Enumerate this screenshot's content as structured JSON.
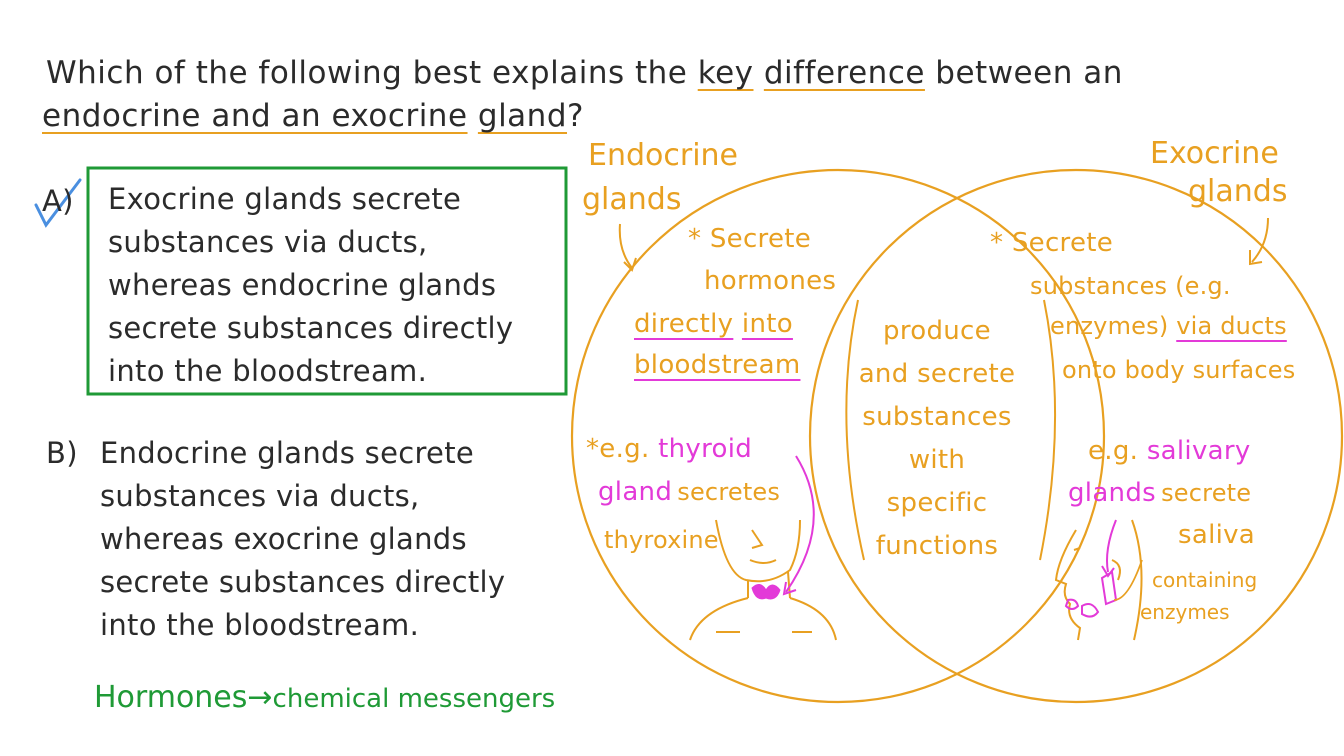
{
  "question": {
    "line1_start": "Which of the following best explains the",
    "key": "key",
    "difference": "difference",
    "line1_end": "between an",
    "line2_endocrine": "endocrine and an exocrine",
    "line2_gland": "gland",
    "line2_end": "?"
  },
  "option_a": {
    "letter": "A)",
    "lines": [
      "Exocrine glands secrete",
      "substances via ducts,",
      "whereas endocrine glands",
      "secrete substances directly",
      "into the bloodstream."
    ]
  },
  "option_b": {
    "letter": "B)",
    "lines": [
      "Endocrine glands secrete",
      "substances via ducts,",
      "whereas exocrine glands",
      "secrete substances directly",
      "into the bloodstream."
    ]
  },
  "note": {
    "hormones": "Hormones",
    "arrow": "→",
    "rest": "chemical messengers"
  },
  "venn": {
    "left_title_1": "Endocrine",
    "left_title_2": "glands",
    "right_title_1": "Exocrine",
    "right_title_2": "glands",
    "left": {
      "l1": "* Secrete",
      "l2": "hormones",
      "directly": "directly",
      "into": "into",
      "bloodstream": "bloodstream",
      "eg": "*e.g.",
      "thyroid": "thyroid",
      "gland": "gland",
      "secretes": "secretes",
      "thyroxine": "thyroxine"
    },
    "center": {
      "lines": [
        "produce",
        "and secrete",
        "substances",
        "with",
        "specific",
        "functions"
      ]
    },
    "right": {
      "l1": "* Secrete",
      "l2": "substances (e.g.",
      "enzymes": "enzymes)",
      "via_ducts": "via ducts",
      "l4": "onto body surfaces",
      "eg": "e.g.",
      "salivary": "salivary",
      "glands": "glands",
      "secrete": "secrete",
      "saliva": "saliva",
      "containing": "containing",
      "enzymes2": "enzymes"
    }
  },
  "colors": {
    "orange": "#e8a021",
    "pink": "#e33ad8",
    "green": "#1f9a36",
    "check": "#4a8fe0",
    "ink": "#2b2b2b"
  }
}
